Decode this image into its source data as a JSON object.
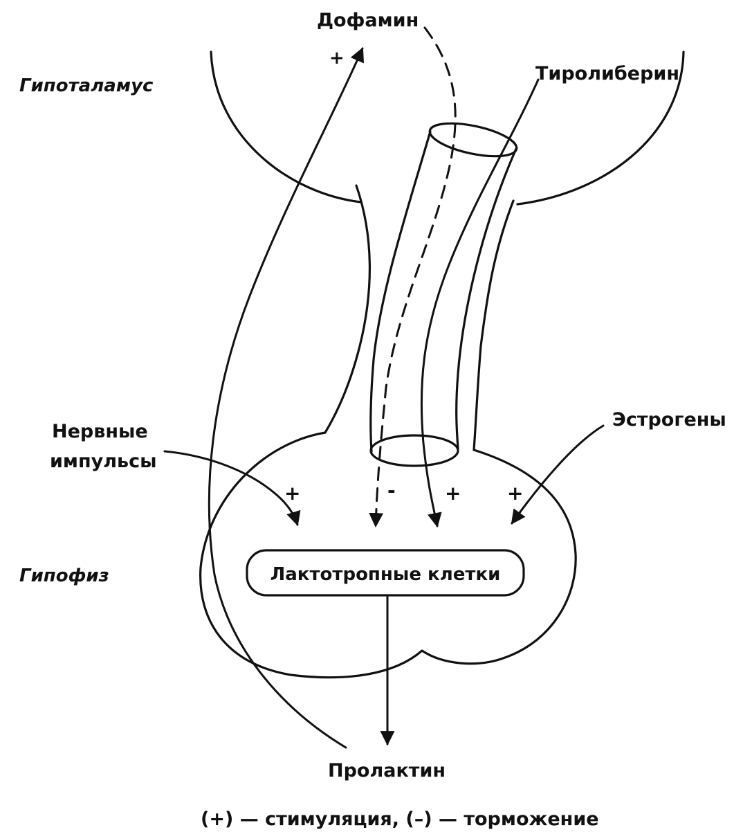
{
  "labels": {
    "dopamine": "Дофамин",
    "thyroliberin": "Тиролиберин",
    "hypothalamus": "Гипоталамус",
    "nerve_line1": "Нервные",
    "nerve_line2": "импульсы",
    "estrogens": "Эстрогены",
    "pituitary": "Гипофиз",
    "lactotroph_cells": "Лактотропные клетки",
    "prolactin": "Пролактин",
    "legend": "(+) — стимуляция, (–) — торможение"
  },
  "signs": {
    "dopamine_top": "+",
    "nerve": "+",
    "dopamine": "-",
    "thyroliberin": "+",
    "estrogens": "+"
  },
  "colors": {
    "ink": "#111111",
    "background": "#ffffff"
  }
}
